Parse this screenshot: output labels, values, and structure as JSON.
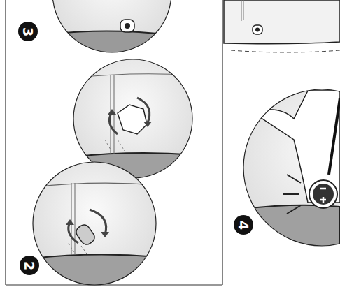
{
  "diagram": {
    "labels": [
      "3",
      "2",
      "4"
    ]
  }
}
